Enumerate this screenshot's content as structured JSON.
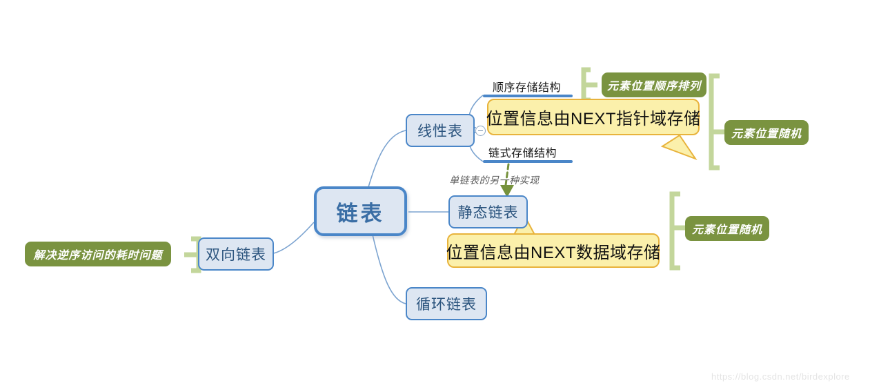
{
  "diagram": {
    "title": "链表",
    "watermark": "https://blog.csdn.net/birdexplore",
    "colors": {
      "node_fill": "#dde6f2",
      "node_border": "#4a86c8",
      "callout_fill": "#fbf0ab",
      "callout_border": "#e8b33c",
      "green_box": "#7a9340",
      "bracket_green": "#c3d69b",
      "connector_blue": "#7ba3d0",
      "arrow_green": "#76923c"
    }
  },
  "root": {
    "label": "链表"
  },
  "branches": [
    {
      "label": "线性表"
    },
    {
      "label": "静态链表"
    },
    {
      "label": "循环链表"
    },
    {
      "label": "双向链表"
    }
  ],
  "structure_labels": [
    {
      "label": "顺序存储结构"
    },
    {
      "label": "链式存储结构"
    }
  ],
  "annotations": [
    {
      "label": "单链表的另一种实现"
    }
  ],
  "callouts": [
    {
      "label": "位置信息由NEXT指针域存储"
    },
    {
      "label": "位置信息由NEXT数据域存储"
    }
  ],
  "green_boxes": [
    {
      "label": "元素位置顺序排列"
    },
    {
      "label": "元素位置随机"
    },
    {
      "label": "元素位置随机"
    },
    {
      "label": "解决逆序访问的耗时问题"
    }
  ]
}
